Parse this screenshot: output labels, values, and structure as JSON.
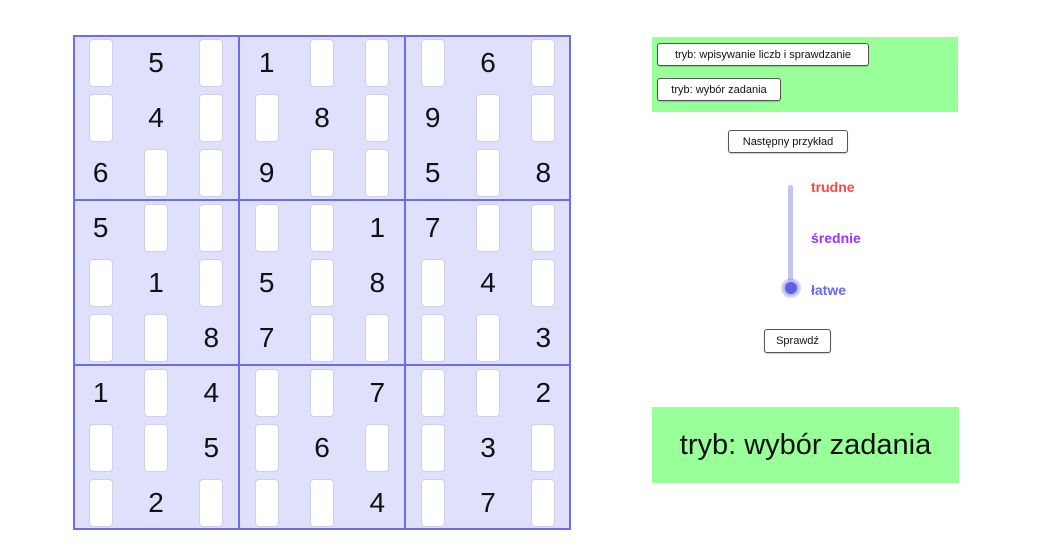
{
  "sudoku": {
    "rows": [
      [
        "",
        "5",
        "",
        "1",
        "",
        "",
        "",
        "6",
        ""
      ],
      [
        "",
        "4",
        "",
        "",
        "8",
        "",
        "9",
        "",
        ""
      ],
      [
        "6",
        "",
        "",
        "9",
        "",
        "",
        "5",
        "",
        "8"
      ],
      [
        "5",
        "",
        "",
        "",
        "",
        "1",
        "7",
        "",
        ""
      ],
      [
        "",
        "1",
        "",
        "5",
        "",
        "8",
        "",
        "4",
        ""
      ],
      [
        "",
        "",
        "8",
        "7",
        "",
        "",
        "",
        "",
        "3"
      ],
      [
        "1",
        "",
        "4",
        "",
        "",
        "7",
        "",
        "",
        "2"
      ],
      [
        "",
        "",
        "5",
        "",
        "6",
        "",
        "",
        "3",
        ""
      ],
      [
        "",
        "2",
        "",
        "",
        "",
        "4",
        "",
        "7",
        ""
      ]
    ]
  },
  "mode_buttons": {
    "entry_check": "tryb: wpisywanie liczb i sprawdzanie",
    "select_task": "tryb: wybór zadania"
  },
  "next_example_button": "Następny przykład",
  "difficulty": {
    "levels": [
      {
        "label": "trudne",
        "color": "#ff4444"
      },
      {
        "label": "średnie",
        "color": "#9933ff"
      },
      {
        "label": "łatwe",
        "color": "#6666ff"
      }
    ],
    "selected": "łatwe"
  },
  "check_button": "Sprawdź",
  "status_text": "tryb: wybór zadania",
  "colors": {
    "board_background": "#dfe0fb",
    "grid_line": "#6b6cf0",
    "panel_green": "#99ff99"
  }
}
